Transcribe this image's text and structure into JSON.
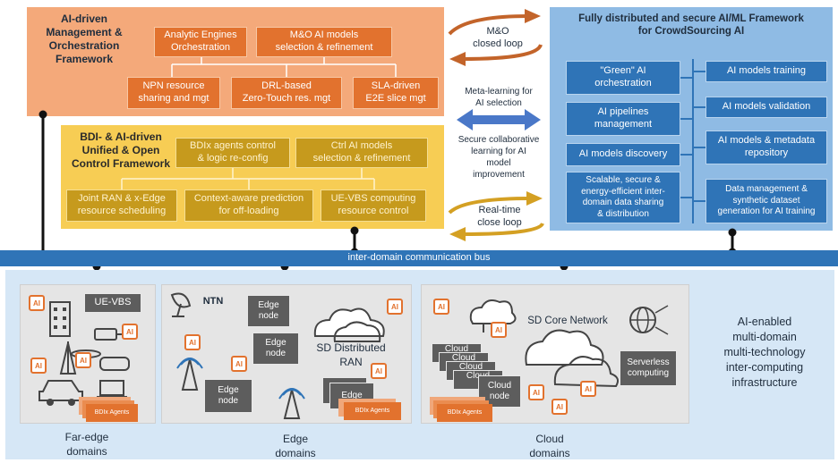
{
  "orange": {
    "title": "AI-driven\nManagement &\nOrchestration\nFramework",
    "boxes": [
      "Analytic Engines\nOrchestration",
      "M&O AI models\nselection & refinement",
      "NPN resource\nsharing and mgt",
      "DRL-based\nZero-Touch res. mgt",
      "SLA-driven\nE2E slice mgt"
    ]
  },
  "yellow": {
    "title": "BDI- & AI-driven\nUnified & Open\nControl Framework",
    "boxes": [
      "BDIx agents control\n& logic re-config",
      "Ctrl AI models\nselection & refinement",
      "Joint RAN & x-Edge\nresource scheduling",
      "Context-aware prediction\nfor off-loading",
      "UE-VBS computing\nresource control"
    ]
  },
  "blue": {
    "title": "Fully distributed and secure AI/ML Framework\nfor CrowdSourcing AI",
    "left_boxes": [
      "\"Green\" AI\norchestration",
      "AI pipelines\nmanagement",
      "AI models discovery",
      "Scalable, secure &\nenergy-efficient inter-\ndomain data sharing\n& distribution"
    ],
    "right_boxes": [
      "AI models training",
      "AI models validation",
      "AI models & metadata\nrepository",
      "Data management &\nsynthetic dataset\ngeneration for AI training"
    ]
  },
  "middle": {
    "mo_loop": "M&O\nclosed loop",
    "meta_learning": "Meta-learning for\nAI selection",
    "secure_learning": "Secure collaborative\nlearning for AI\nmodel\nimprovement",
    "rt_loop": "Real-time\nclose loop"
  },
  "bus": {
    "label": "inter-domain communication bus"
  },
  "far_edge": {
    "ue_vbs": "UE-VBS",
    "agents": "BDIx Agents",
    "caption": "Far-edge\ndomains",
    "ai": "AI"
  },
  "edge": {
    "ntn": "NTN",
    "edge_node": "Edge\nnode",
    "edge_node_short": "Edge",
    "sd_ran": "SD Distributed\nRAN",
    "agents": "BDIx Agents",
    "caption": "Edge\ndomains",
    "ai": "AI"
  },
  "cloud": {
    "core": "SD Core Network",
    "cloud_short": "Cloud",
    "cloud_node": "Cloud\nnode",
    "serverless": "Serverless\ncomputing",
    "agents": "BDIx Agents",
    "caption": "Cloud\ndomains",
    "ai": "AI"
  },
  "infra": {
    "label": "AI-enabled\nmulti-domain\nmulti-technology\ninter-computing\ninfrastructure"
  },
  "colors": {
    "orange": "#e2722e",
    "orange_panel": "#f4a97a",
    "yellow": "#c69a1d",
    "yellow_panel": "#f7cd54",
    "blue": "#2f74b7",
    "blue_panel": "#8fbbe4",
    "bus": "#2f74b7"
  }
}
